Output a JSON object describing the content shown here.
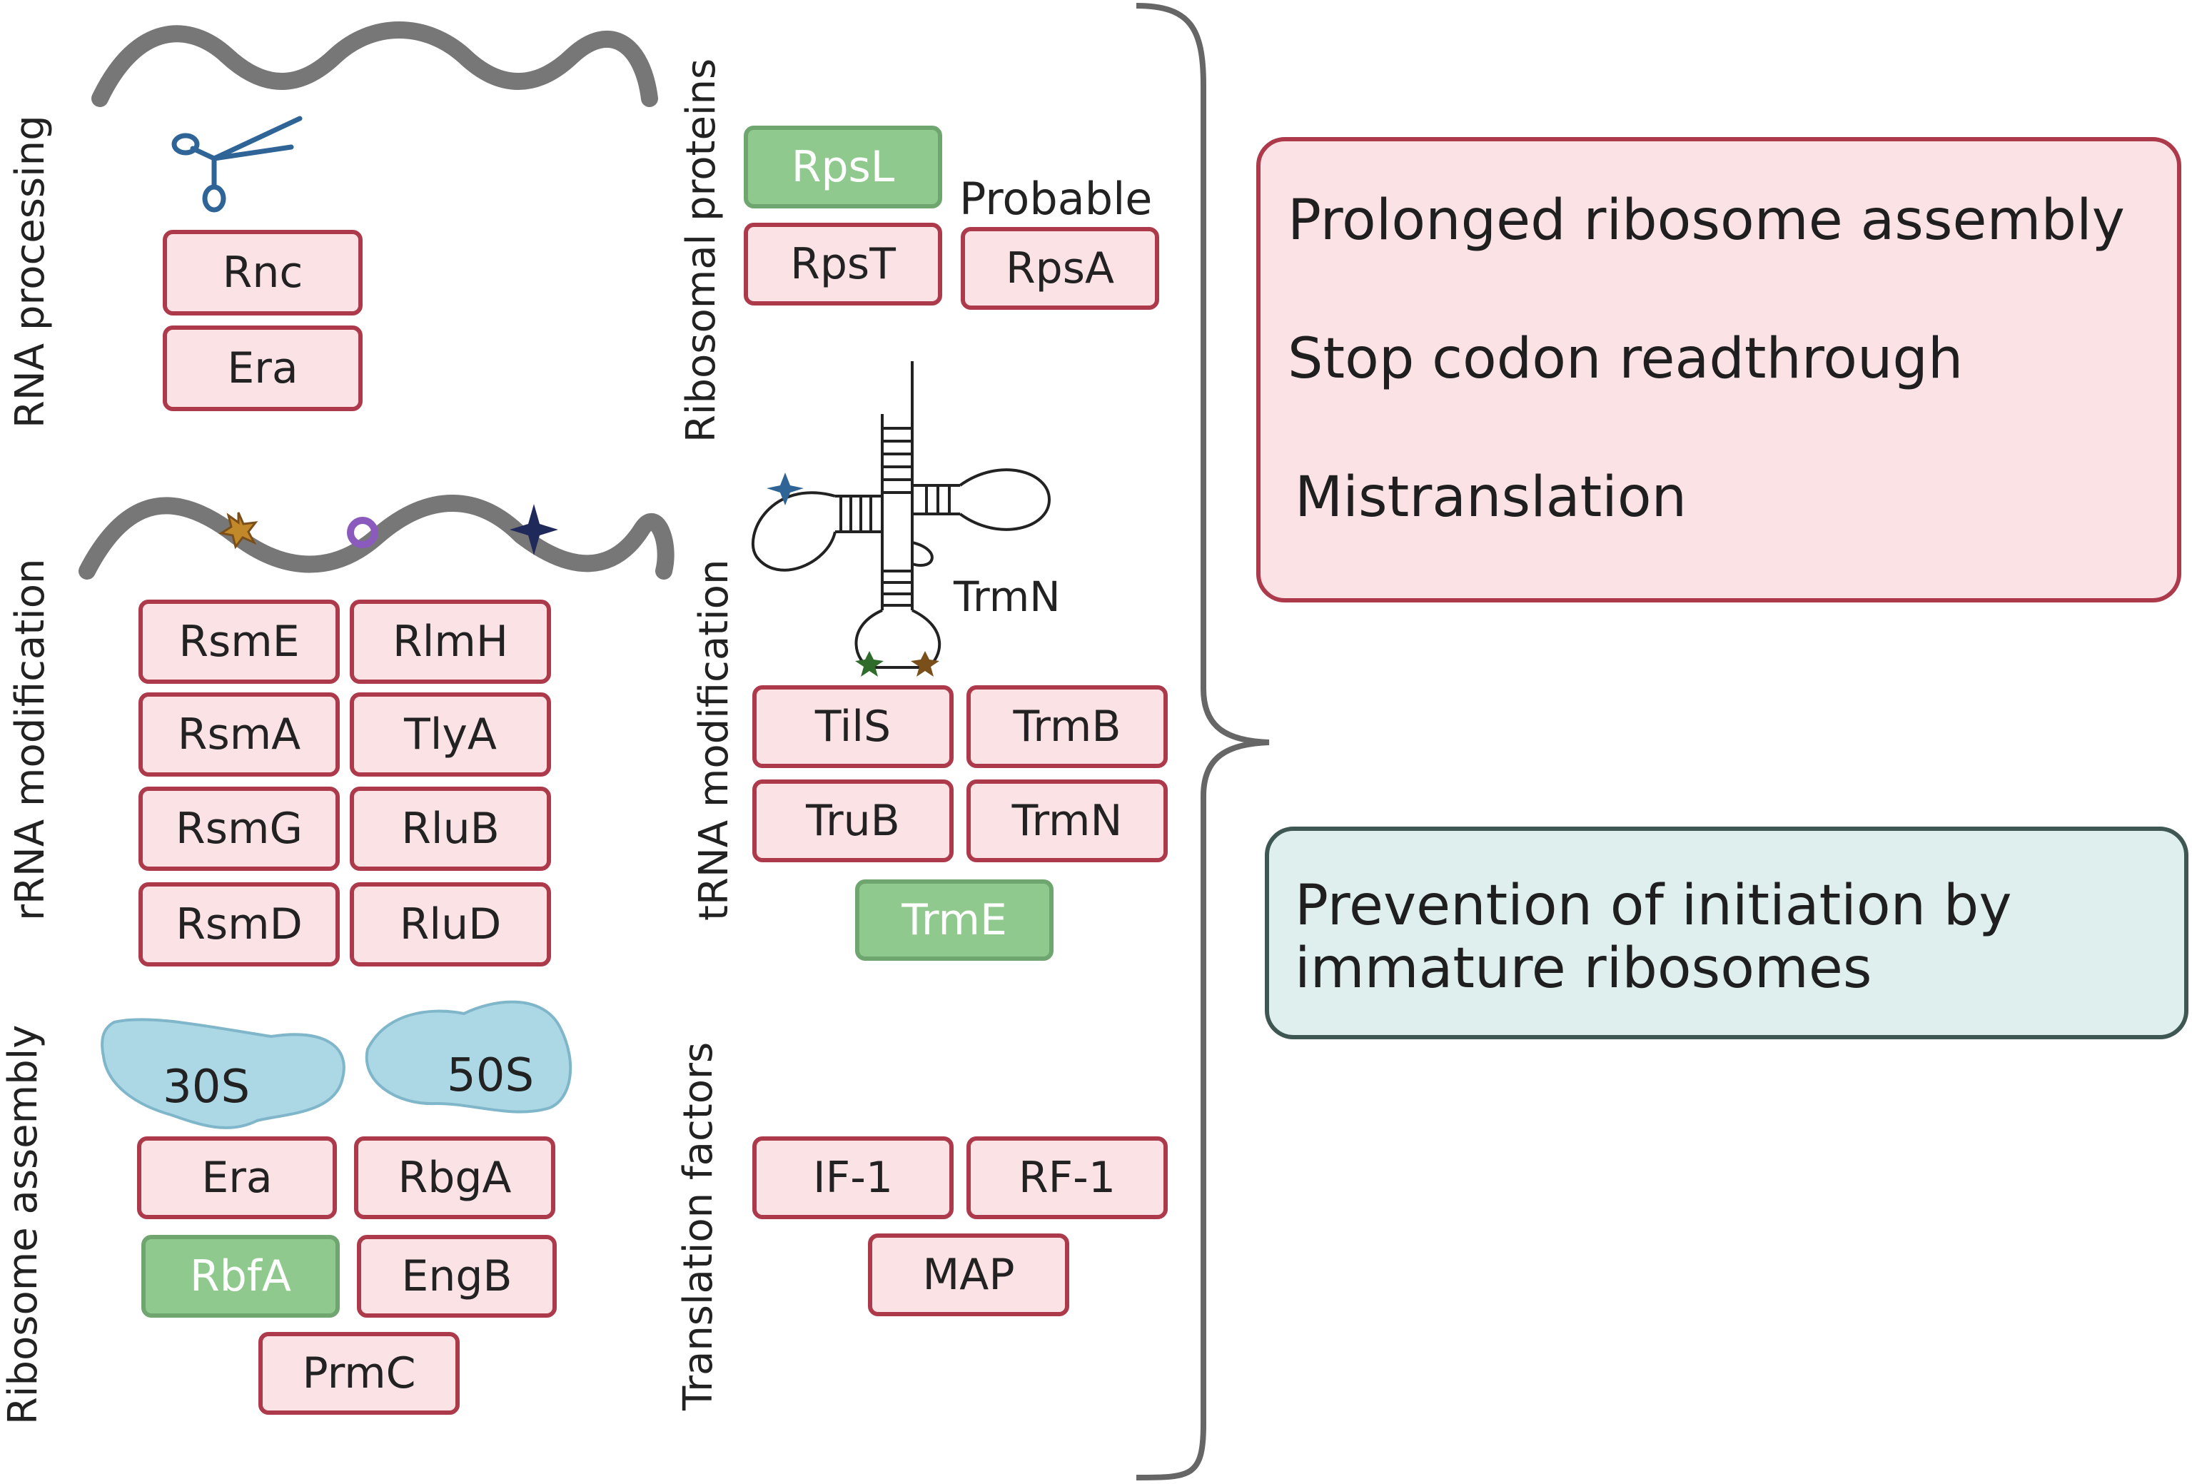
{
  "sections": {
    "rna_processing": {
      "title": "RNA processing",
      "proteins": [
        "Rnc",
        "Era"
      ]
    },
    "ribosomal_proteins": {
      "title": "Ribosomal proteins",
      "proteins": [
        "RpsL",
        "RpsT",
        "RpsA"
      ],
      "probable_label": "Probable"
    },
    "rrna_modification": {
      "title": "rRNA modification",
      "proteins": [
        "RsmE",
        "RlmH",
        "RsmA",
        "TlyA",
        "RsmG",
        "RluB",
        "RsmD",
        "RluD"
      ]
    },
    "trna_modification": {
      "title": "tRNA modification",
      "trna_label": "TrmN",
      "proteins": [
        "TilS",
        "TrmB",
        "TruB",
        "TrmN",
        "TrmE"
      ]
    },
    "ribosome_assembly": {
      "title": "Ribosome assembly",
      "subunits": [
        "30S",
        "50S"
      ],
      "proteins": [
        "Era",
        "RbgA",
        "RbfA",
        "EngB",
        "PrmC"
      ]
    },
    "translation_factors": {
      "title": "Translation factors",
      "proteins": [
        "IF-1",
        "RF-1",
        "MAP"
      ]
    }
  },
  "outcomes": {
    "first": [
      "Prolonged ribosome assembly",
      "Stop codon readthrough",
      "Mistranslation"
    ],
    "second": [
      "Prevention of initiation by",
      "immature ribosomes"
    ]
  },
  "colors": {
    "red_fill": "#fbe2e5",
    "red_border": "#ad3a4b",
    "green_fill": "#8fc98e",
    "green_border": "#6fa56f",
    "teal_fill": "#dfefed",
    "teal_border": "#3f5753",
    "rna_strand": "#777777",
    "subunit_blue": "#acd8e6"
  },
  "icons": [
    "scissors-icon",
    "rrna-strand-icon",
    "trna-cloverleaf-icon",
    "ribosome-subunit-icon",
    "bracket-icon"
  ]
}
